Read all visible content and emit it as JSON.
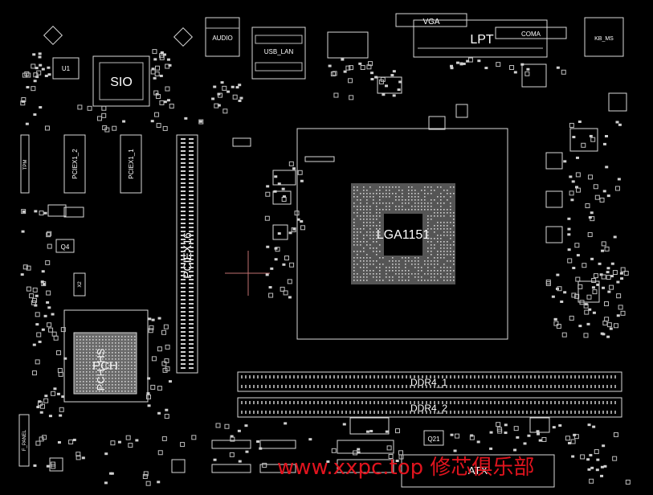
{
  "labels": {
    "vga": "VGA",
    "lpt": "LPT",
    "coma": "COMA",
    "kb_ms": "KB_MS",
    "audio": "AUDIO",
    "usb_lan": "USB_LAN",
    "u1": "U1",
    "sio": "SIO",
    "tpm": "TPM",
    "pciex1_2": "PCIEX1_2",
    "pciex1_1": "PCIEX1_1",
    "pciex16": "PCIEX16",
    "q4": "Q4",
    "x2": "X2",
    "pch": "PCH",
    "pch_hs": "PCH_HS",
    "cpu_socket": "LGA1151",
    "ddr4_1": "DDR4_1",
    "ddr4_2": "DDR4_2",
    "q21": "Q21",
    "f_panel": "F_PANEL",
    "atx": "ATX"
  },
  "watermark": "www.xxpc.top 修芯俱乐部",
  "colors": {
    "background": "#000000",
    "outline": "#d8d8d8",
    "pad": "#d0d0d0",
    "watermark": "#e0141e",
    "crosshair": "#c07070"
  }
}
